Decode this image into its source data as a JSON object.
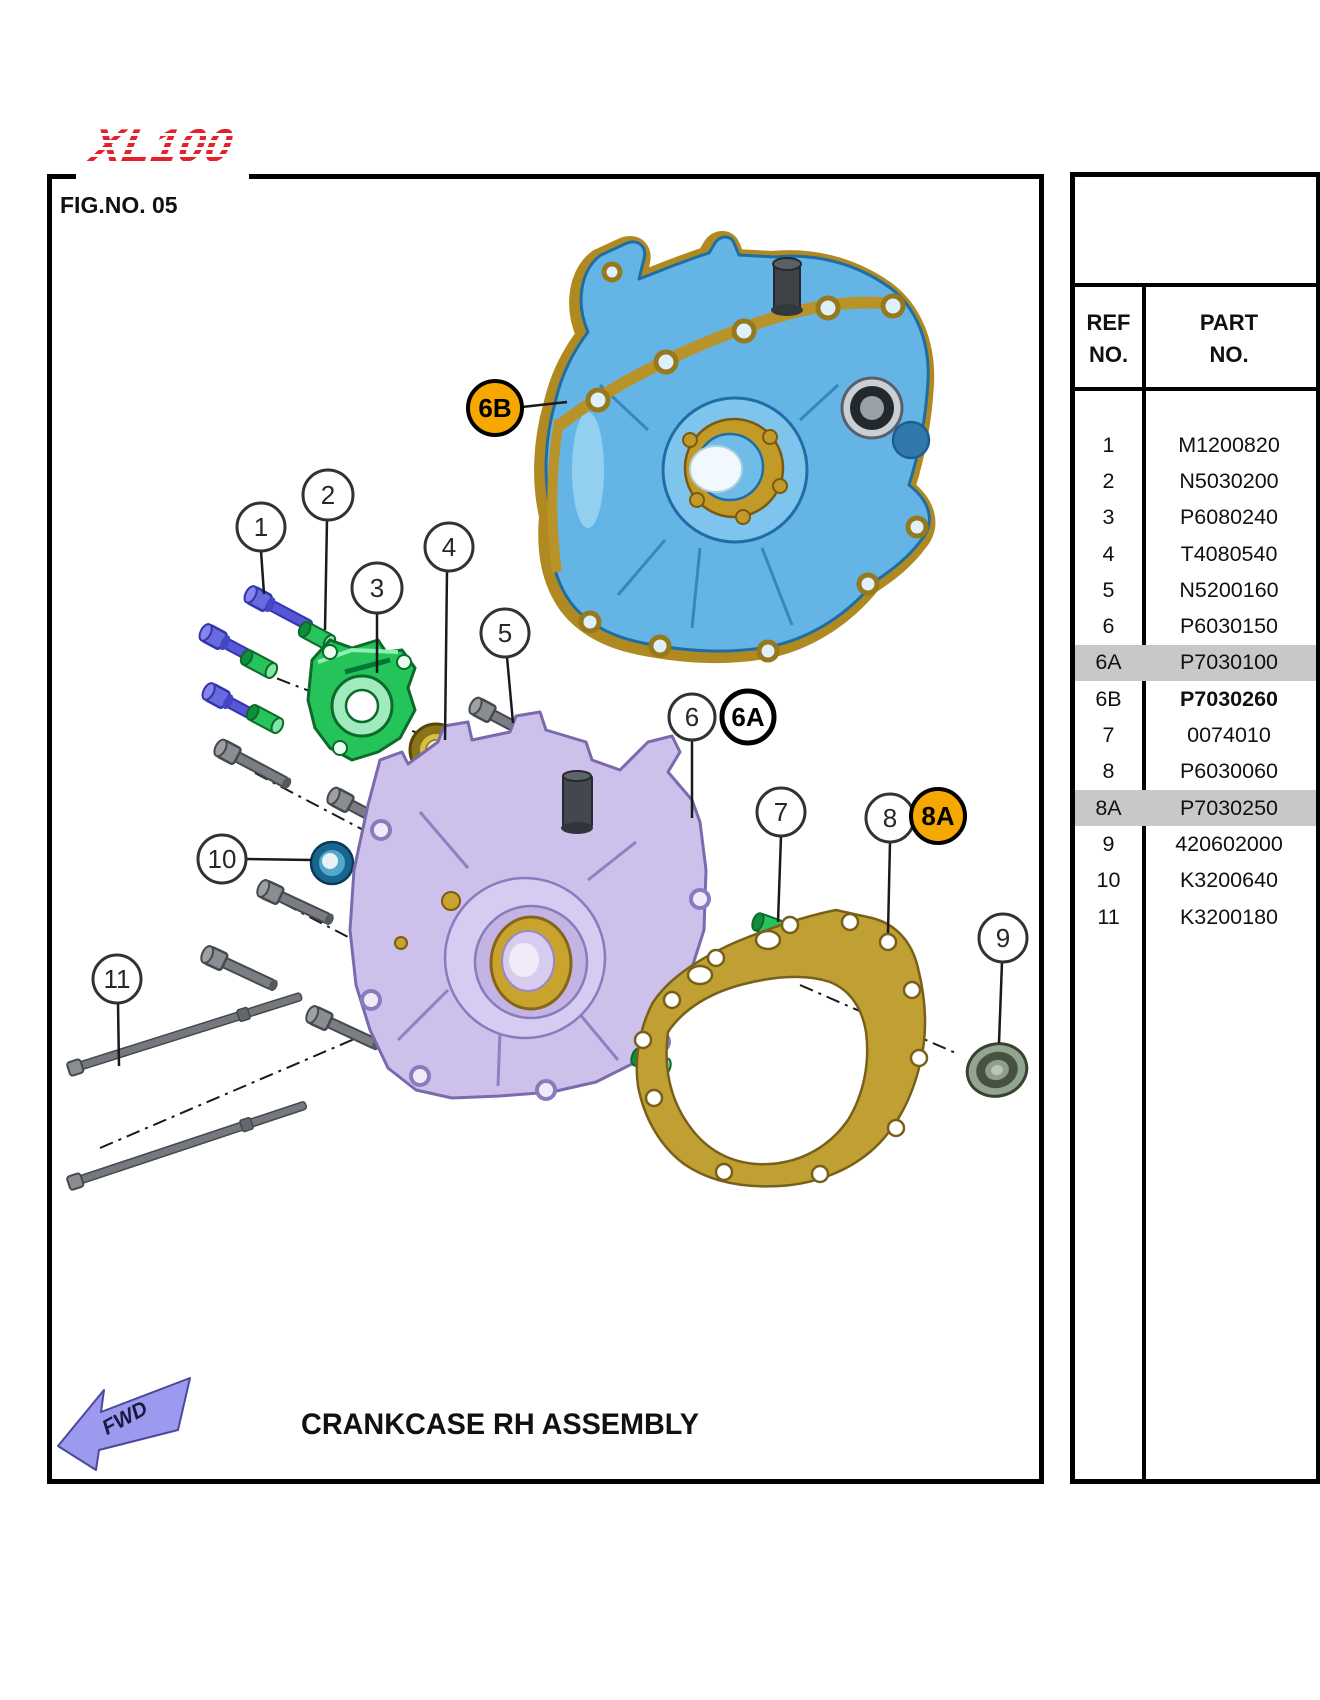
{
  "logo_text": "XL100",
  "fig_label": "FIG.NO. 05",
  "drawing_title": "CRANKCASE RH ASSEMBLY",
  "fwd_label": "FWD",
  "parts_table": {
    "ref_header_line1": "REF",
    "ref_header_line2": "NO.",
    "part_header_line1": "PART",
    "part_header_line2": "NO.",
    "rows": [
      {
        "ref": "1",
        "part": "M1200820",
        "highlight": false,
        "bold": false
      },
      {
        "ref": "2",
        "part": "N5030200",
        "highlight": false,
        "bold": false
      },
      {
        "ref": "3",
        "part": "P6080240",
        "highlight": false,
        "bold": false
      },
      {
        "ref": "4",
        "part": "T4080540",
        "highlight": false,
        "bold": false
      },
      {
        "ref": "5",
        "part": "N5200160",
        "highlight": false,
        "bold": false
      },
      {
        "ref": "6",
        "part": "P6030150",
        "highlight": false,
        "bold": false
      },
      {
        "ref": "6A",
        "part": "P7030100",
        "highlight": true,
        "bold": false
      },
      {
        "ref": "6B",
        "part": "P7030260",
        "highlight": false,
        "bold": true
      },
      {
        "ref": "7",
        "part": "0074010",
        "highlight": false,
        "bold": false
      },
      {
        "ref": "8",
        "part": "P6030060",
        "highlight": false,
        "bold": false
      },
      {
        "ref": "8A",
        "part": "P7030250",
        "highlight": true,
        "bold": false
      },
      {
        "ref": "9",
        "part": "420602000",
        "highlight": false,
        "bold": false
      },
      {
        "ref": "10",
        "part": "K3200640",
        "highlight": false,
        "bold": false
      },
      {
        "ref": "11",
        "part": "K3200180",
        "highlight": false,
        "bold": false
      }
    ]
  },
  "callouts": [
    {
      "label": "1",
      "style": "plain"
    },
    {
      "label": "2",
      "style": "plain"
    },
    {
      "label": "3",
      "style": "plain"
    },
    {
      "label": "4",
      "style": "plain"
    },
    {
      "label": "5",
      "style": "plain"
    },
    {
      "label": "6",
      "style": "plain"
    },
    {
      "label": "6A",
      "style": "bold-ring"
    },
    {
      "label": "6B",
      "style": "orange"
    },
    {
      "label": "7",
      "style": "plain"
    },
    {
      "label": "8",
      "style": "plain"
    },
    {
      "label": "8A",
      "style": "orange"
    },
    {
      "label": "9",
      "style": "plain"
    },
    {
      "label": "10",
      "style": "plain"
    },
    {
      "label": "11",
      "style": "plain"
    }
  ],
  "colors": {
    "logo_red": "#E3202C",
    "callout_orange": "#F6A800",
    "row_highlight_gray": "#C8C8C8",
    "case_blue": "#64B5E6",
    "case_purple": "#CDC0EA",
    "part_green": "#25C45B",
    "gasket_olive": "#C0A032",
    "bolt_blue": "#5A5ADA",
    "bolt_gray": "#75797D",
    "seal_teal": "#17668F",
    "bearing_gray_green": "#93A493",
    "fwd_arrow_purple": "#9B9AEE"
  }
}
